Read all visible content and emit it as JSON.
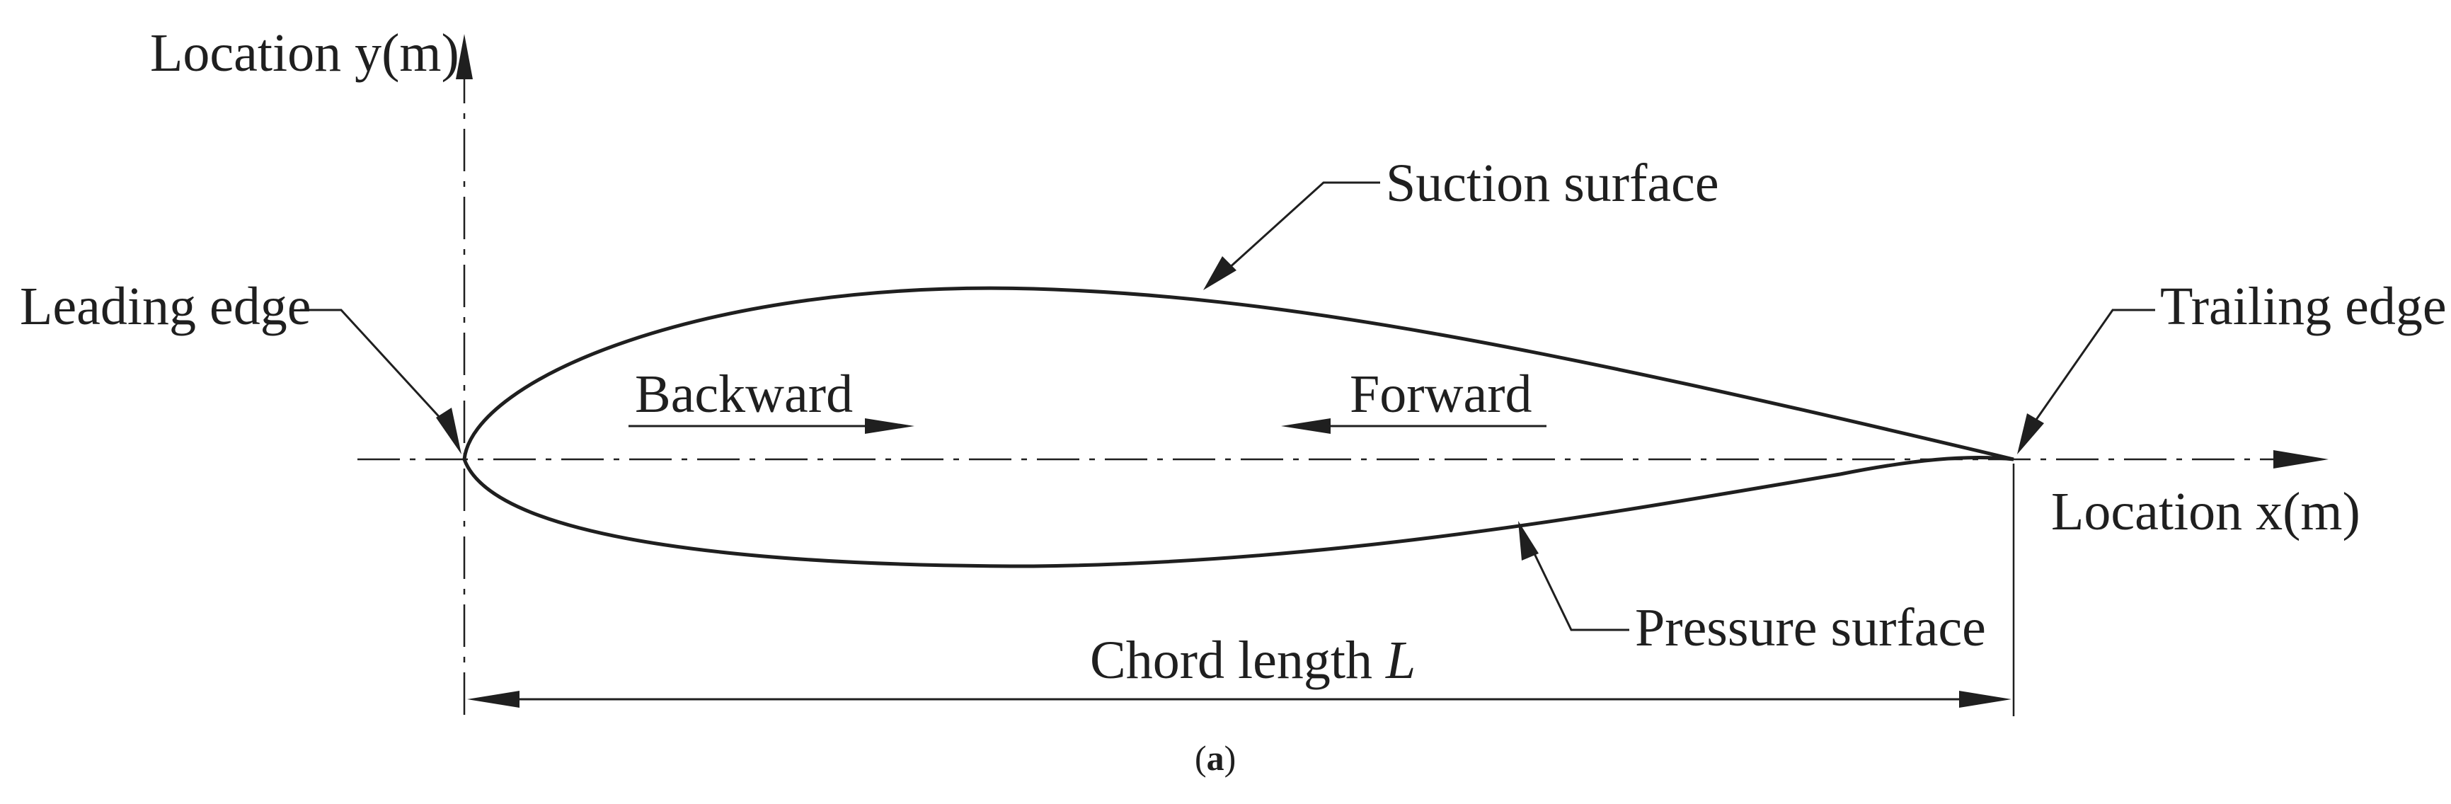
{
  "figure": {
    "axes": {
      "y_label": "Location y(m)",
      "x_label": "Location x(m)"
    },
    "labels": {
      "leading_edge": "Leading edge",
      "trailing_edge": "Trailing edge",
      "suction_surface": "Suction surface",
      "pressure_surface": "Pressure surface",
      "backward": "Backward",
      "forward": "Forward",
      "chord_text": "Chord length ",
      "chord_symbol": "L"
    },
    "panel": {
      "open": "(",
      "letter": "a",
      "close": ")"
    }
  },
  "colors": {
    "ink": "#1f1f1f",
    "background": "#ffffff"
  }
}
